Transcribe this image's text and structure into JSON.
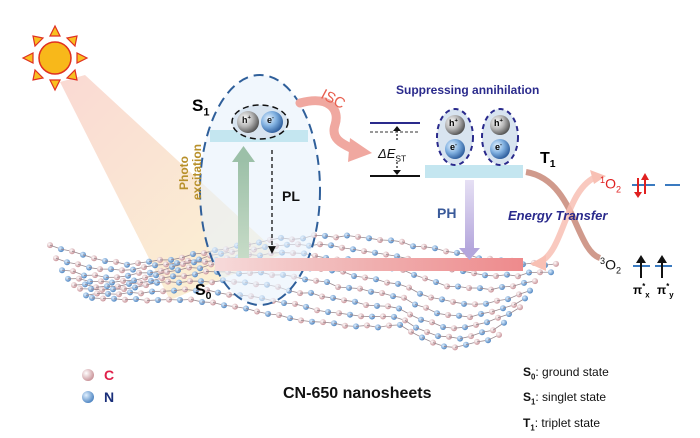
{
  "figure": {
    "title": "CN-650 nanosheets",
    "states": {
      "s1": {
        "main": "S",
        "sub": "1"
      },
      "s0": {
        "main": "S",
        "sub": "0"
      },
      "t1": {
        "main": "T",
        "sub": "1"
      }
    },
    "processes": {
      "photo_excitation_line1": "Photo",
      "photo_excitation_line2": "excitation",
      "pl": "PL",
      "isc": "ISC",
      "ph": "PH",
      "energy_transfer": "Energy Transfer",
      "suppressing": "Suppressing annihilation",
      "delta_e": {
        "main": "ΔE",
        "sub": "ST"
      }
    },
    "particles": {
      "hole": "h",
      "hole_sup": "+",
      "electron": "e",
      "electron_sup": "-"
    },
    "oxygen": {
      "singlet": {
        "sup": "1",
        "main": "O",
        "sub": "2"
      },
      "triplet": {
        "sup": "3",
        "main": "O",
        "sub": "2"
      },
      "orbital_x": {
        "main": "π",
        "sup": "*",
        "sub": "x"
      },
      "orbital_y": {
        "main": "π",
        "sup": "*",
        "sub": "y"
      }
    },
    "atom_legend": [
      {
        "label": "C",
        "color": "#e8b4b8",
        "text_color": "#e0204a"
      },
      {
        "label": "N",
        "color": "#6fa6d8",
        "text_color": "#1a2f7a"
      }
    ],
    "state_legend": [
      {
        "sym": "S",
        "sub": "0",
        "desc": ": ground state"
      },
      {
        "sym": "S",
        "sub": "1",
        "desc": ": singlet state"
      },
      {
        "sym": "T",
        "sub": "1",
        "desc": ": triplet state"
      }
    ],
    "colors": {
      "ellipse_dash": "#2f5f9a",
      "isc_arrow": "#f0a8a0",
      "suppress_text": "#2a2a8c",
      "energy_text": "#2a2a8c",
      "ph_text": "#3a5a9a",
      "singlet_o2": "#e02020",
      "s0_bar": "#f0888a",
      "t1_bar": "#bfe6f0",
      "photo_text": "#b8902a"
    }
  }
}
